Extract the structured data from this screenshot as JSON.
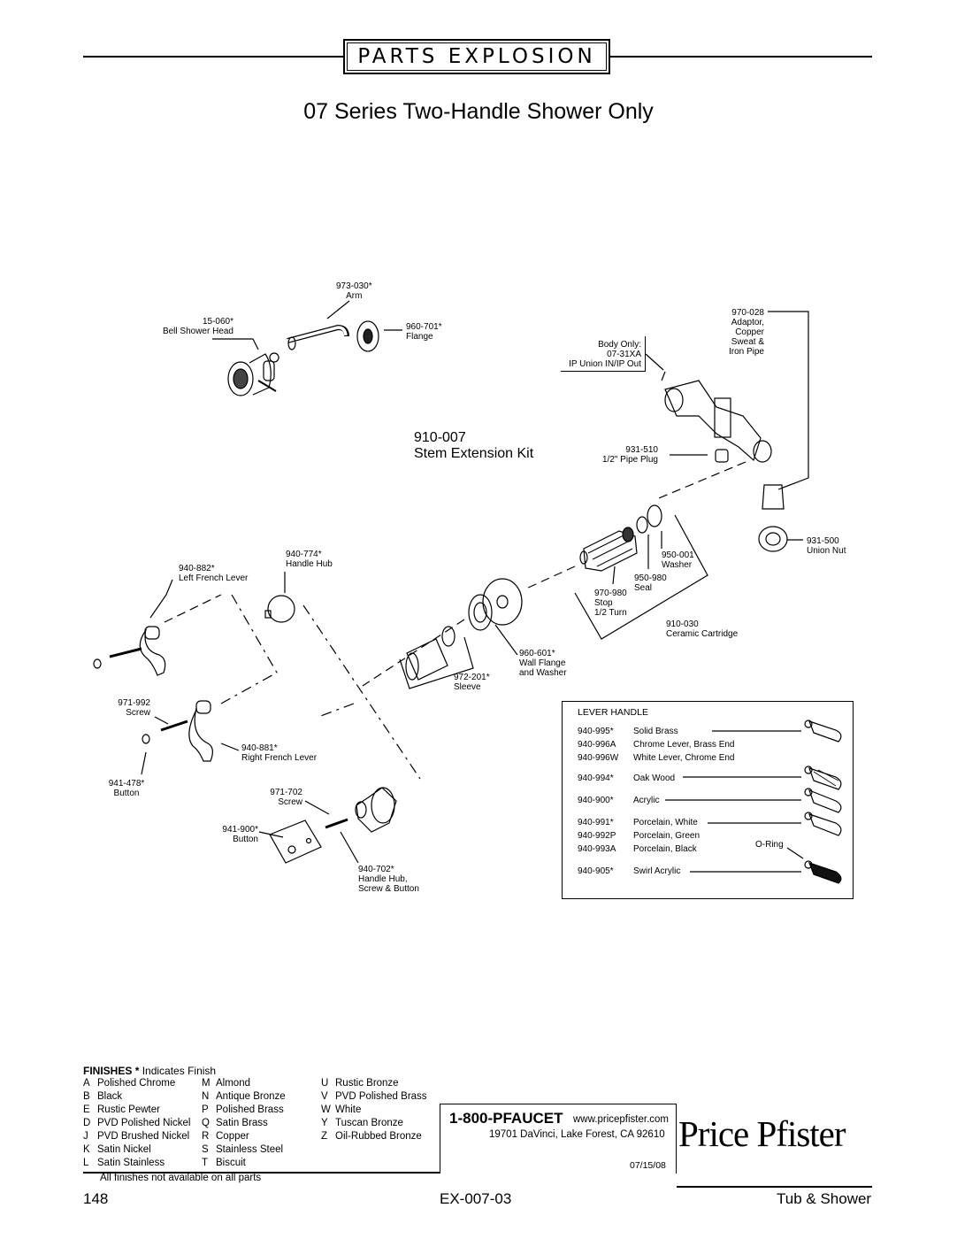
{
  "header": {
    "title": "PARTS EXPLOSION",
    "subtitle": "07 Series Two-Handle Shower Only"
  },
  "kit": {
    "number": "910-007",
    "name": "Stem  Extension Kit"
  },
  "body_only": {
    "line1": "Body Only:",
    "line2": "07-31XA",
    "line3": "IP Union IN/IP Out"
  },
  "parts": {
    "arm_no": "973-030*",
    "arm": "Arm",
    "head_no": "15-060*",
    "head": "Bell Shower Head",
    "flange_no": "960-701*",
    "flange": "Flange",
    "adaptor_no": "970-028",
    "adaptor1": "Adaptor,",
    "adaptor2": "Copper",
    "adaptor3": "Sweat &",
    "adaptor4": "Iron Pipe",
    "plug_no": "931-510",
    "plug": "1/2\" Pipe Plug",
    "unionnut_no": "931-500",
    "unionnut": "Union Nut",
    "washer_no": "950-001",
    "washer": "Washer",
    "seal_no": "950-980",
    "seal": "Seal",
    "stop_no": "970-980",
    "stop1": "Stop",
    "stop2": "1/2 Turn",
    "cartridge_no": "910-030",
    "cartridge": "Ceramic Cartridge",
    "wallflange_no": "960-601*",
    "wallflange1": "Wall Flange",
    "wallflange2": "and Washer",
    "sleeve_no": "972-201*",
    "sleeve": "Sleeve",
    "lhub_no": "940-774*",
    "lhub": "Handle Hub",
    "lfrench_no": "940-882*",
    "lfrench": "Left French Lever",
    "screw1_no": "971-992",
    "screw1": "Screw",
    "rfrench_no": "940-881*",
    "rfrench": "Right French Lever",
    "button1_no": "941-478*",
    "button1": "Button",
    "screw2_no": "971-702",
    "screw2": "Screw",
    "button2_no": "941-900*",
    "button2": "Button",
    "hubscrew_no": "940-702*",
    "hubscrew1": "Handle Hub,",
    "hubscrew2": "Screw & Button"
  },
  "lever_handle": {
    "title": "LEVER HANDLE",
    "oring": "O-Ring",
    "rows": [
      {
        "code": "940-995*",
        "name": "Solid Brass"
      },
      {
        "code": "940-996A",
        "name": "Chrome Lever, Brass End"
      },
      {
        "code": "940-996W",
        "name": "White Lever, Chrome End"
      },
      {
        "code": "940-994*",
        "name": "Oak Wood"
      },
      {
        "code": "940-900*",
        "name": "Acrylic"
      },
      {
        "code": "940-991*",
        "name": "Porcelain, White"
      },
      {
        "code": "940-992P",
        "name": "Porcelain, Green"
      },
      {
        "code": "940-993A",
        "name": "Porcelain, Black"
      },
      {
        "code": "940-905*",
        "name": "Swirl Acrylic"
      }
    ]
  },
  "finishes": {
    "title": "FINISHES",
    "star": "*",
    "title_note": "Indicates Finish",
    "col1": [
      {
        "k": "A",
        "v": "Polished Chrome"
      },
      {
        "k": "B",
        "v": "Black"
      },
      {
        "k": "E",
        "v": "Rustic Pewter"
      },
      {
        "k": "D",
        "v": "PVD Polished Nickel"
      },
      {
        "k": "J",
        "v": "PVD Brushed Nickel"
      },
      {
        "k": "K",
        "v": "Satin Nickel"
      },
      {
        "k": "L",
        "v": "Satin Stainless"
      }
    ],
    "col2": [
      {
        "k": "M",
        "v": "Almond"
      },
      {
        "k": "N",
        "v": "Antique Bronze"
      },
      {
        "k": "P",
        "v": "Polished Brass"
      },
      {
        "k": "Q",
        "v": "Satin Brass"
      },
      {
        "k": "R",
        "v": "Copper"
      },
      {
        "k": "S",
        "v": "Stainless Steel"
      },
      {
        "k": "T",
        "v": "Biscuit"
      }
    ],
    "col3": [
      {
        "k": "U",
        "v": "Rustic Bronze"
      },
      {
        "k": "V",
        "v": "PVD Polished Brass"
      },
      {
        "k": "W",
        "v": "White"
      },
      {
        "k": "Y",
        "v": "Tuscan Bronze"
      },
      {
        "k": "Z",
        "v": "Oil-Rubbed Bronze"
      }
    ],
    "note": "All finishes not available on all parts"
  },
  "contact": {
    "phone": "1-800-PFAUCET",
    "web": "www.pricepfister.com",
    "address": "19701 DaVinci, Lake Forest, CA  92610",
    "date": "07/15/08",
    "brand": "Price Pfister"
  },
  "footer": {
    "page": "148",
    "code": "EX-007-03",
    "section": "Tub & Shower"
  }
}
